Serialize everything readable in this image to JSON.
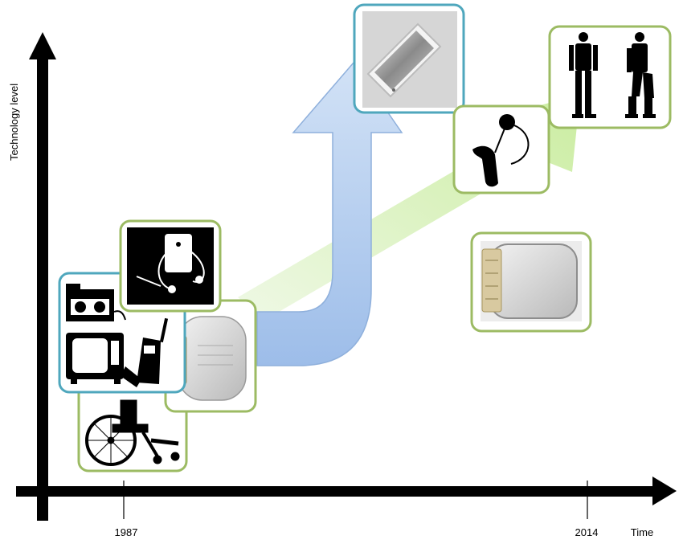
{
  "axes": {
    "y_label": "Technology level",
    "x_label": "Time",
    "x_ticks": [
      "1987",
      "2014"
    ]
  },
  "colors": {
    "axis": "#000000",
    "green_frame": "#9cbb63",
    "blue_frame": "#4fa7bd",
    "blue_arrow": "#b3cdf0",
    "green_arrow": "#d7f0bd"
  },
  "devices": [
    {
      "name": "wheelchair",
      "frame": "green"
    },
    {
      "name": "consumer-electronics (radio, tv, mobile phone)",
      "frame": "blue"
    },
    {
      "name": "walkman",
      "frame": "green"
    },
    {
      "name": "implant-pacemaker",
      "frame": "green"
    },
    {
      "name": "smartphone",
      "frame": "blue"
    },
    {
      "name": "cochlear-implant",
      "frame": "green"
    },
    {
      "name": "exoskeleton",
      "frame": "green"
    },
    {
      "name": "modern-pacemaker",
      "frame": "green"
    }
  ]
}
